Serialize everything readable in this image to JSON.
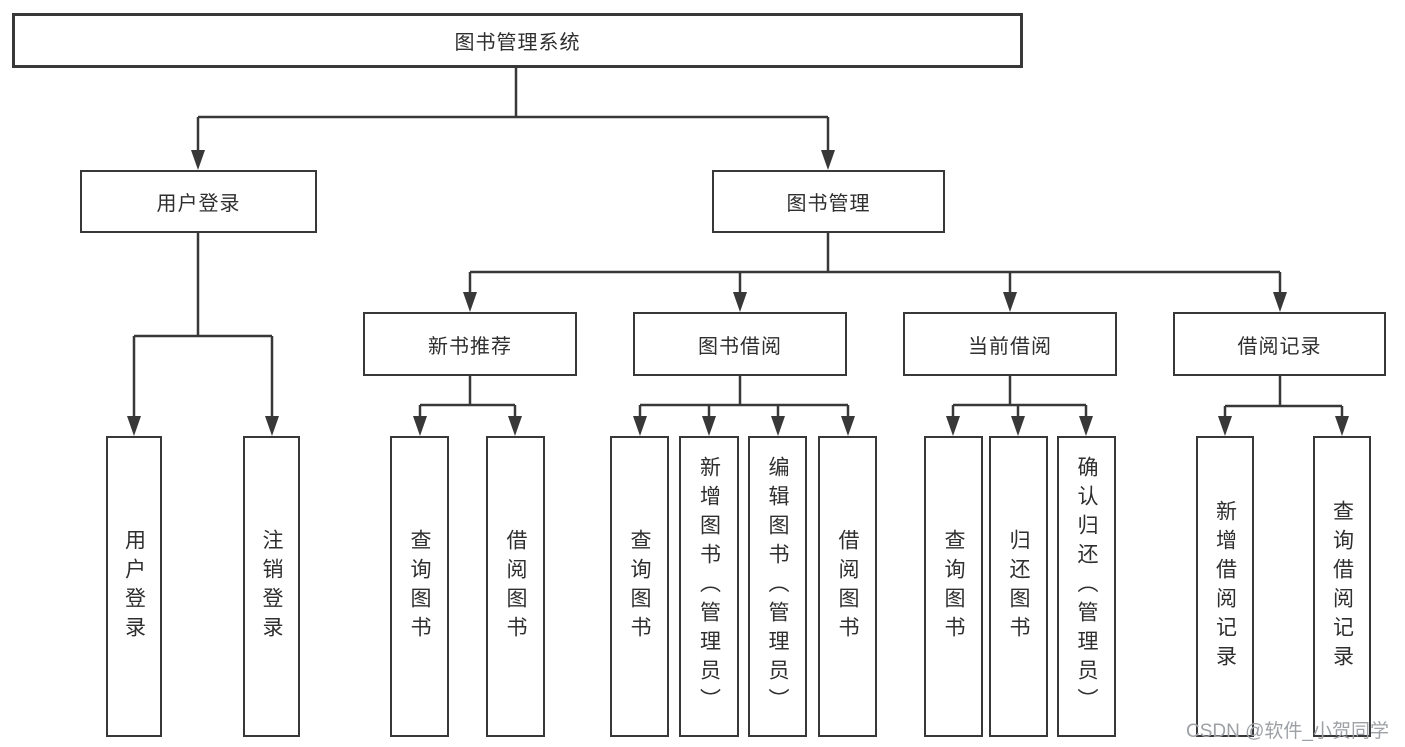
{
  "diagram": {
    "root": {
      "label": "图书管理系统"
    },
    "branches": [
      {
        "label": "用户登录",
        "children": [
          {
            "label": "用户登录"
          },
          {
            "label": "注销登录"
          }
        ]
      },
      {
        "label": "图书管理",
        "children": [
          {
            "label": "新书推荐",
            "children": [
              {
                "label": "查询图书"
              },
              {
                "label": "借阅图书"
              }
            ]
          },
          {
            "label": "图书借阅",
            "children": [
              {
                "label": "查询图书"
              },
              {
                "label": "新增图书（管理员）"
              },
              {
                "label": "编辑图书（管理员）"
              },
              {
                "label": "借阅图书"
              }
            ]
          },
          {
            "label": "当前借阅",
            "children": [
              {
                "label": "查询图书"
              },
              {
                "label": "归还图书"
              },
              {
                "label": "确认归还（管理员）"
              }
            ]
          },
          {
            "label": "借阅记录",
            "children": [
              {
                "label": "新增借阅记录"
              },
              {
                "label": "查询借阅记录"
              }
            ]
          }
        ]
      }
    ]
  },
  "watermark": {
    "text": "CSDN @软件_小贺同学"
  },
  "colors": {
    "line": "#383838",
    "arrow": "#383838",
    "box_border": "#383838",
    "box_background": "#ffffff",
    "page_background": "#ffffff",
    "text": "#2f2f2f",
    "watermark": "#9da1a6"
  }
}
